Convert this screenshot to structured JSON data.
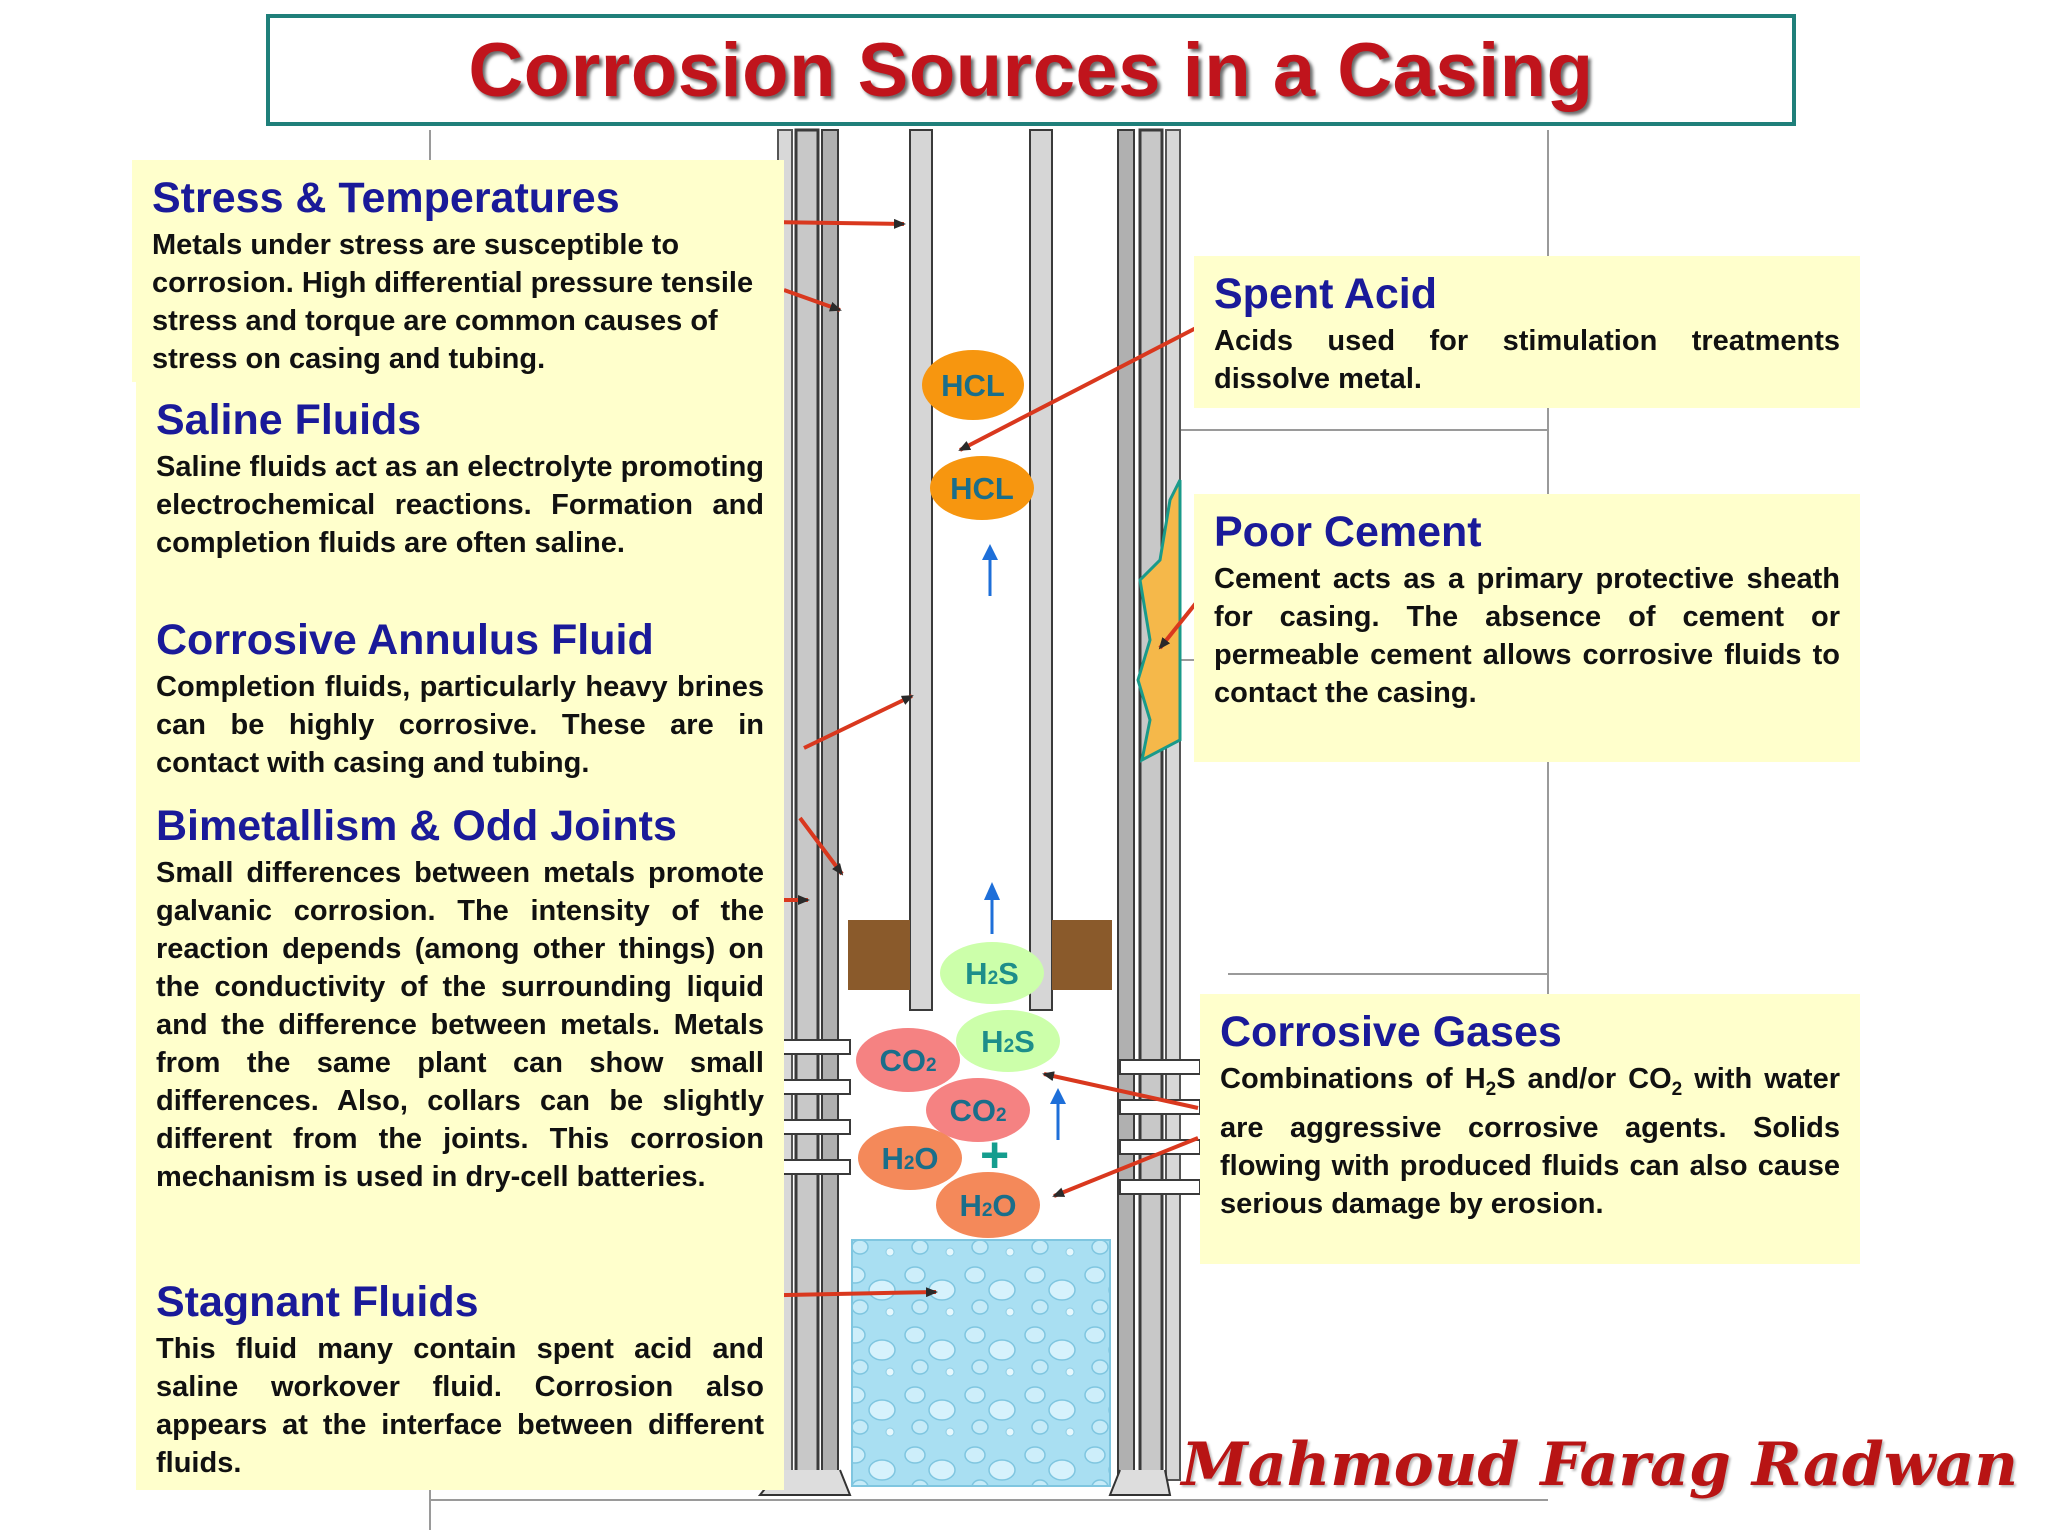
{
  "title": "Corrosion Sources in a Casing",
  "boxes": {
    "stress": {
      "title": "Stress & Temperatures",
      "body": "Metals under stress are susceptible to corrosion.  High differential pressure tensile stress and torque are common causes of stress on casing and tubing."
    },
    "saline": {
      "title": "Saline Fluids",
      "body": "Saline fluids act as an electrolyte promoting electrochemical reactions. Formation and completion fluids are often saline."
    },
    "annulus": {
      "title": "Corrosive Annulus Fluid",
      "body": "Completion fluids, particularly heavy brines can be highly corrosive.  These are in contact with casing and tubing."
    },
    "bimetal": {
      "title": "Bimetallism & Odd Joints",
      "body": "Small differences between metals promote galvanic corrosion.  The intensity of the reaction depends (among other things) on the conductivity of the surrounding liquid and the difference between metals. Metals from the same plant can show small differences.  Also, collars can be slightly different from the joints.  This corrosion mechanism is used in dry-cell batteries."
    },
    "stagnant": {
      "title": "Stagnant Fluids",
      "body": "This fluid many contain spent acid and saline workover fluid.  Corrosion also appears at the interface between different fluids."
    },
    "spent_acid": {
      "title": "Spent Acid",
      "body": "Acids used for stimulation treatments dissolve metal."
    },
    "cement": {
      "title": "Poor Cement",
      "body": "Cement acts as a primary protective sheath for casing.  The absence of cement or permeable cement allows corrosive fluids to contact the casing."
    },
    "gases": {
      "title": "Corrosive Gases",
      "body_parts": [
        "Combinations of H",
        "2",
        "S and/or CO",
        "2",
        " with water are aggressive corrosive agents. Solids flowing with produced fluids can also cause serious damage by erosion."
      ]
    }
  },
  "chemicals": {
    "hcl1": "HCL",
    "hcl2": "HCL",
    "h2s_a": {
      "pre": "H",
      "sub": "2",
      "post": "S"
    },
    "h2s_b": {
      "pre": "H",
      "sub": "2",
      "post": "S"
    },
    "co2_a": {
      "pre": "CO",
      "sub": "2",
      "post": ""
    },
    "co2_b": {
      "pre": "CO",
      "sub": "2",
      "post": ""
    },
    "h2o_a": {
      "pre": "H",
      "sub": "2",
      "post": "O"
    },
    "h2o_b": {
      "pre": "H",
      "sub": "2",
      "post": "O"
    },
    "plus": "+"
  },
  "author": "Mahmoud Farag Radwan",
  "colors": {
    "title": "#c0141c",
    "box_bg": "#ffffcc",
    "box_title": "#1a1a99",
    "arrow": "#d9381e",
    "up_arrow": "#1e6fd9",
    "cement_fill": "#f5b84a",
    "packer": "#8a5a2b",
    "water": "#a9dff2"
  }
}
